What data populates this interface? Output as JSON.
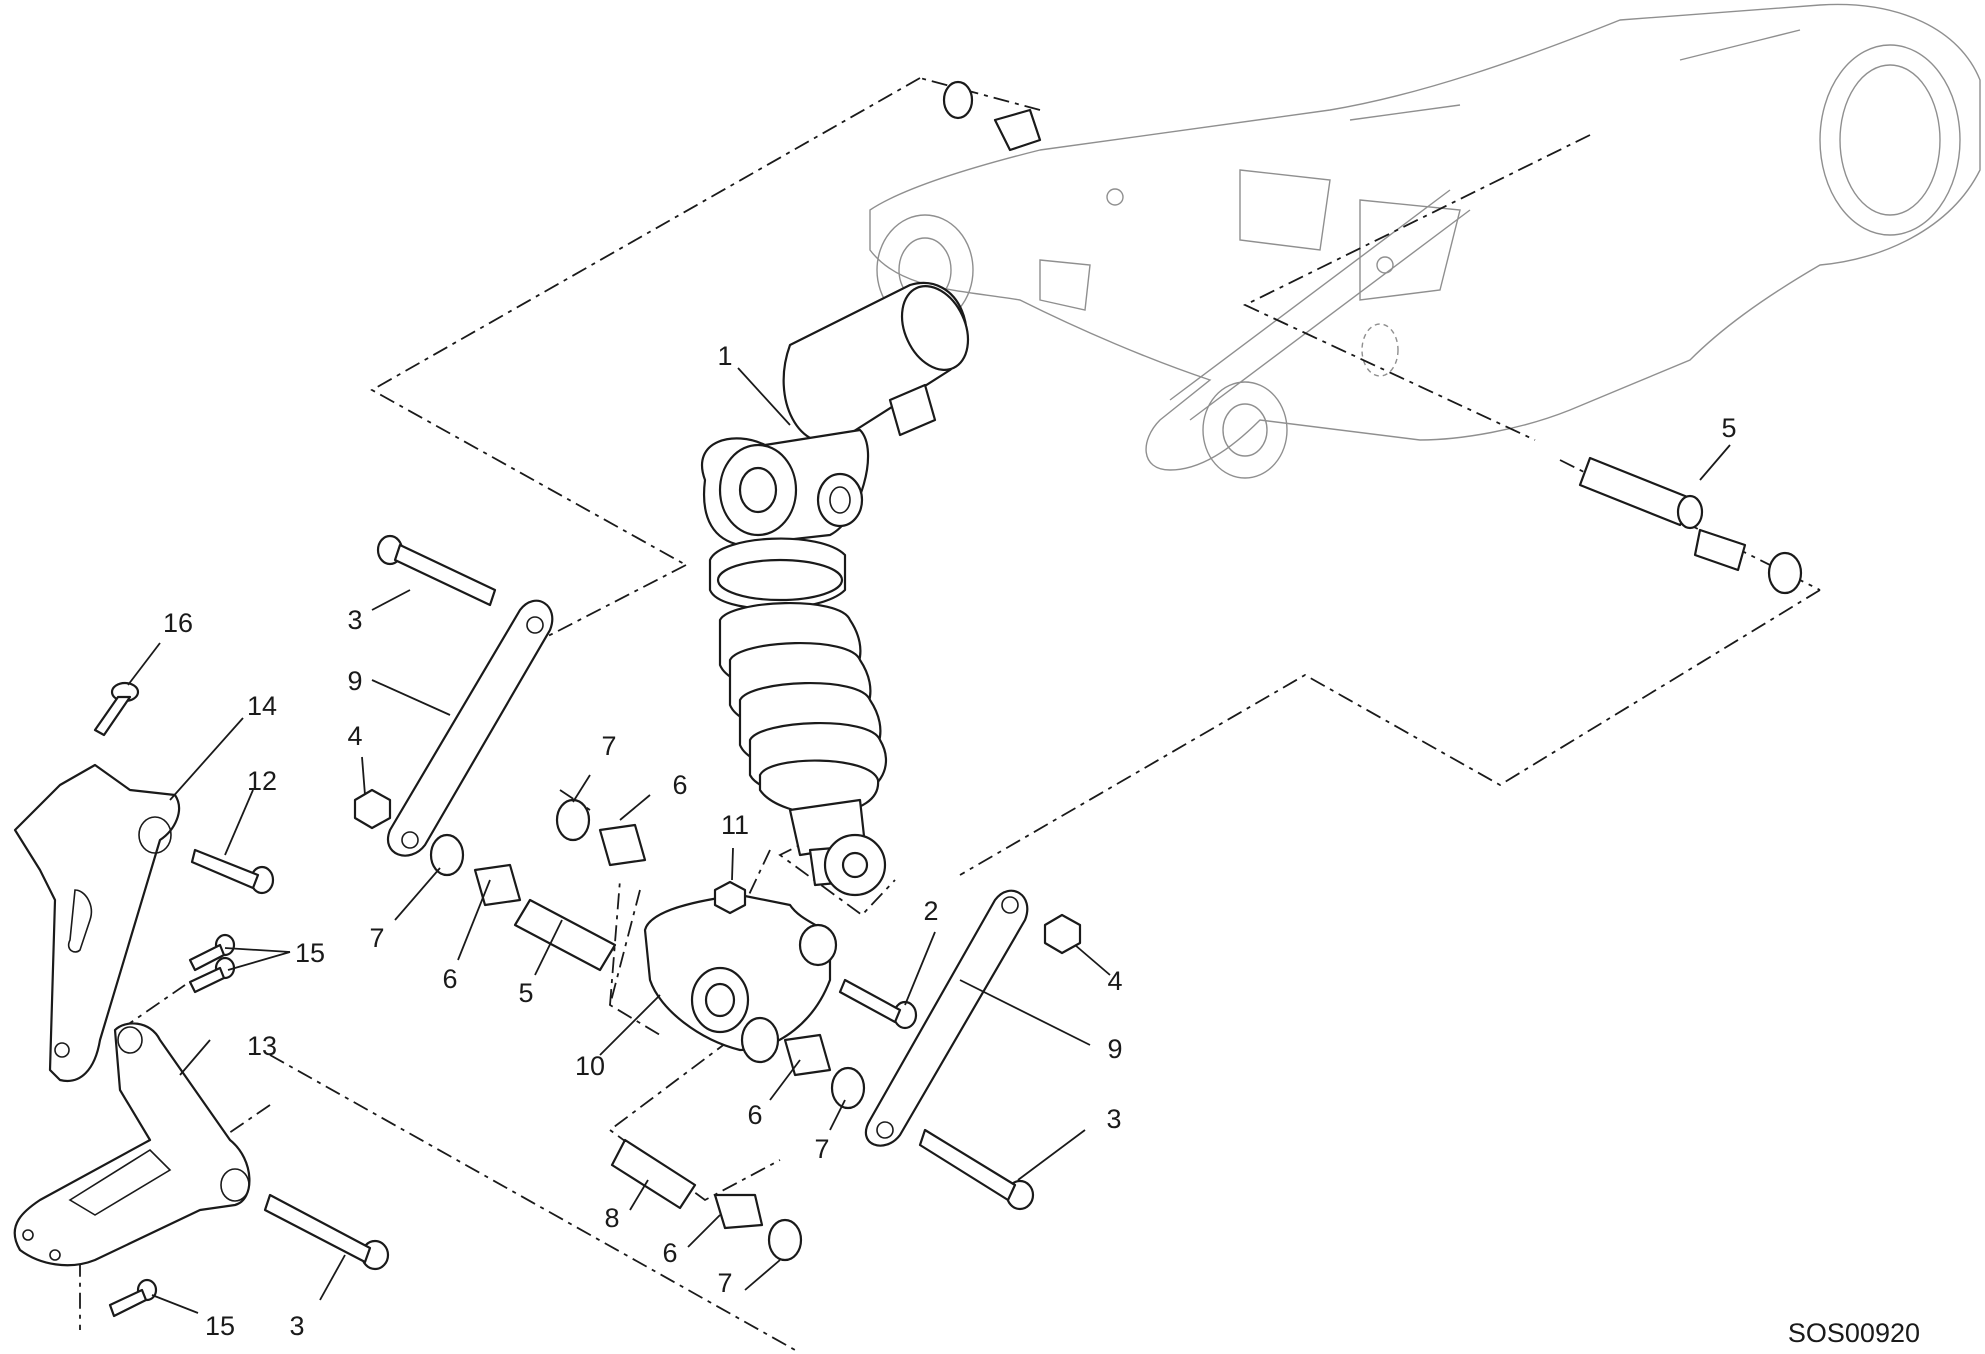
{
  "diagram_code": "SOS00920",
  "callouts": [
    {
      "id": "c1",
      "label": "1"
    },
    {
      "id": "c2",
      "label": "2"
    },
    {
      "id": "c3a",
      "label": "3"
    },
    {
      "id": "c3b",
      "label": "3"
    },
    {
      "id": "c3c",
      "label": "3"
    },
    {
      "id": "c4a",
      "label": "4"
    },
    {
      "id": "c4b",
      "label": "4"
    },
    {
      "id": "c5a",
      "label": "5"
    },
    {
      "id": "c5b",
      "label": "5"
    },
    {
      "id": "c6a",
      "label": "6"
    },
    {
      "id": "c6b",
      "label": "6"
    },
    {
      "id": "c6c",
      "label": "6"
    },
    {
      "id": "c6d",
      "label": "6"
    },
    {
      "id": "c7a",
      "label": "7"
    },
    {
      "id": "c7b",
      "label": "7"
    },
    {
      "id": "c7c",
      "label": "7"
    },
    {
      "id": "c7d",
      "label": "7"
    },
    {
      "id": "c8",
      "label": "8"
    },
    {
      "id": "c9a",
      "label": "9"
    },
    {
      "id": "c9b",
      "label": "9"
    },
    {
      "id": "c10",
      "label": "10"
    },
    {
      "id": "c11",
      "label": "11"
    },
    {
      "id": "c12",
      "label": "12"
    },
    {
      "id": "c13",
      "label": "13"
    },
    {
      "id": "c14",
      "label": "14"
    },
    {
      "id": "c15a",
      "label": "15"
    },
    {
      "id": "c15b",
      "label": "15"
    },
    {
      "id": "c16",
      "label": "16"
    }
  ]
}
